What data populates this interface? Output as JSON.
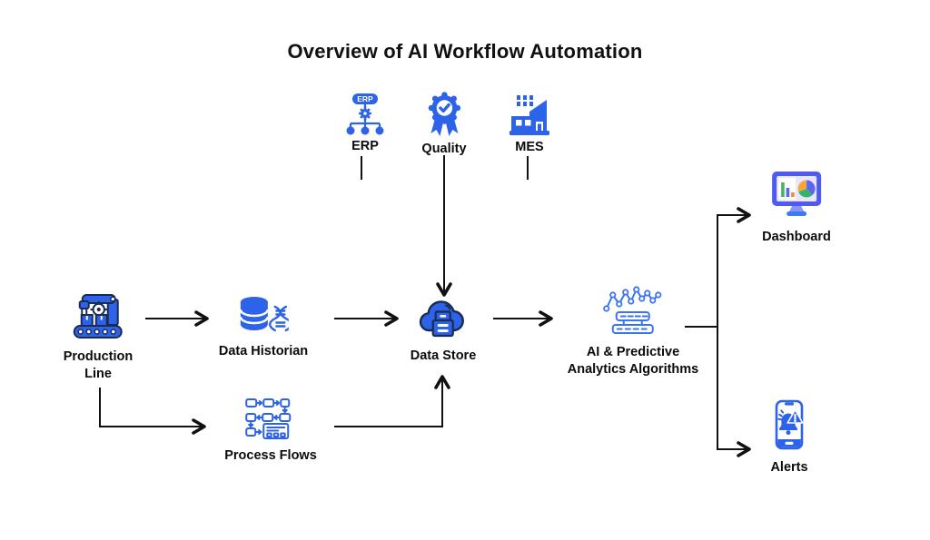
{
  "title": "Overview of AI Workflow Automation",
  "colors": {
    "background": "#FFFFFF",
    "icon_blue": "#2C63E8",
    "icon_outline_navy": "#1B2B52",
    "ai_stroke_blue": "#3B74F2",
    "arrow_black": "#111111",
    "title_text": "#111111",
    "label_text": "#0B0B0B",
    "dashboard_frame": "#4D5BF2",
    "dashboard_screen": "#E9E6FC",
    "bar_green": "#49B266",
    "bar_blue": "#5B67F0",
    "bar_orange": "#F08A3C",
    "pie_orange": "#F6A63A",
    "pie_blue": "#5B67F0",
    "pie_green": "#35B36B"
  },
  "nodes": {
    "erp": {
      "label": "ERP",
      "badge_text": "ERP",
      "icon": "erp-hierarchy-icon"
    },
    "quality": {
      "label": "Quality",
      "icon": "quality-badge-icon"
    },
    "mes": {
      "label": "MES",
      "icon": "factory-icon"
    },
    "production_line": {
      "label": "Production\nLine",
      "icon": "robot-arm-conveyor-icon"
    },
    "data_historian": {
      "label": "Data Historian",
      "icon": "database-dna-icon"
    },
    "process_flows": {
      "label": "Process Flows",
      "icon": "flowchart-icon"
    },
    "data_store": {
      "label": "Data Store",
      "icon": "cloud-server-icon"
    },
    "ai_predictive": {
      "label": "AI & Predictive\nAnalytics Algorithms",
      "icon": "network-graph-servers-icon"
    },
    "dashboard": {
      "label": "Dashboard",
      "icon": "monitor-charts-icon"
    },
    "alerts": {
      "label": "Alerts",
      "icon": "phone-alert-icon"
    }
  },
  "edges": [
    {
      "from": "production_line",
      "to": "data_historian"
    },
    {
      "from": "data_historian",
      "to": "data_store"
    },
    {
      "from": "production_line",
      "to": "process_flows"
    },
    {
      "from": "process_flows",
      "to": "data_store"
    },
    {
      "from": "erp",
      "to": "data_store"
    },
    {
      "from": "quality",
      "to": "data_store"
    },
    {
      "from": "mes",
      "to": "data_store"
    },
    {
      "from": "data_store",
      "to": "ai_predictive"
    },
    {
      "from": "ai_predictive",
      "to": "dashboard"
    },
    {
      "from": "ai_predictive",
      "to": "alerts"
    }
  ]
}
